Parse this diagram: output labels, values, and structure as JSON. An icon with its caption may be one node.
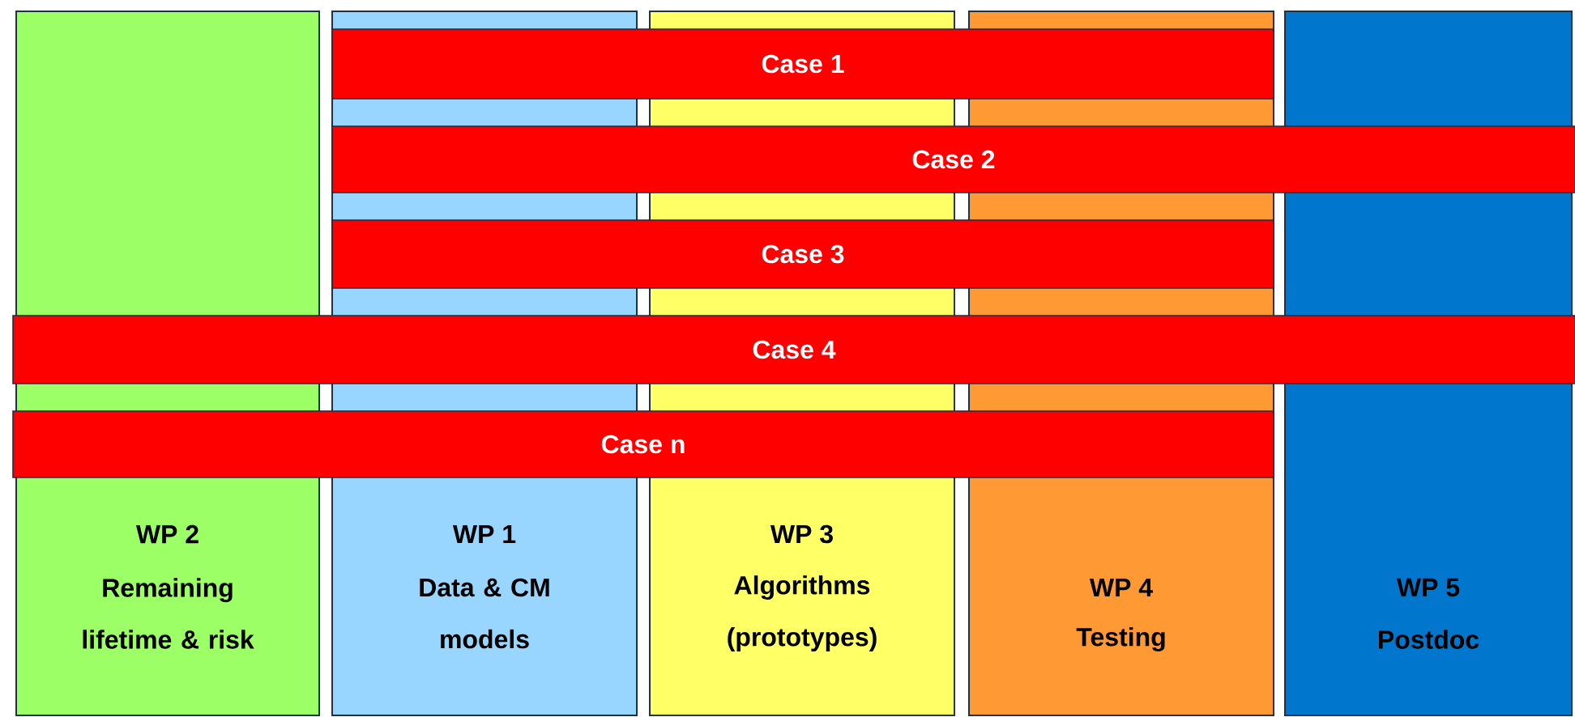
{
  "diagram": {
    "nodes": [
      {
        "text": [
          "WP 2",
          "Remaining lifetime & risk"
        ]
      },
      {
        "text": [
          "WP 1",
          "Data & CM models"
        ]
      },
      {
        "text": [
          "WP 3",
          "Algorithms (prototypes)"
        ]
      },
      {
        "text": [
          "WP 4",
          "Testing"
        ]
      },
      {
        "text": [
          "WP 5",
          "Postdoc"
        ]
      },
      {
        "text": [
          "Case 1"
        ]
      },
      {
        "text": [
          "Case 2"
        ]
      },
      {
        "text": [
          "Case 3"
        ]
      },
      {
        "text": [
          "Case 4"
        ]
      },
      {
        "text": [
          "Case n"
        ]
      }
    ]
  }
}
